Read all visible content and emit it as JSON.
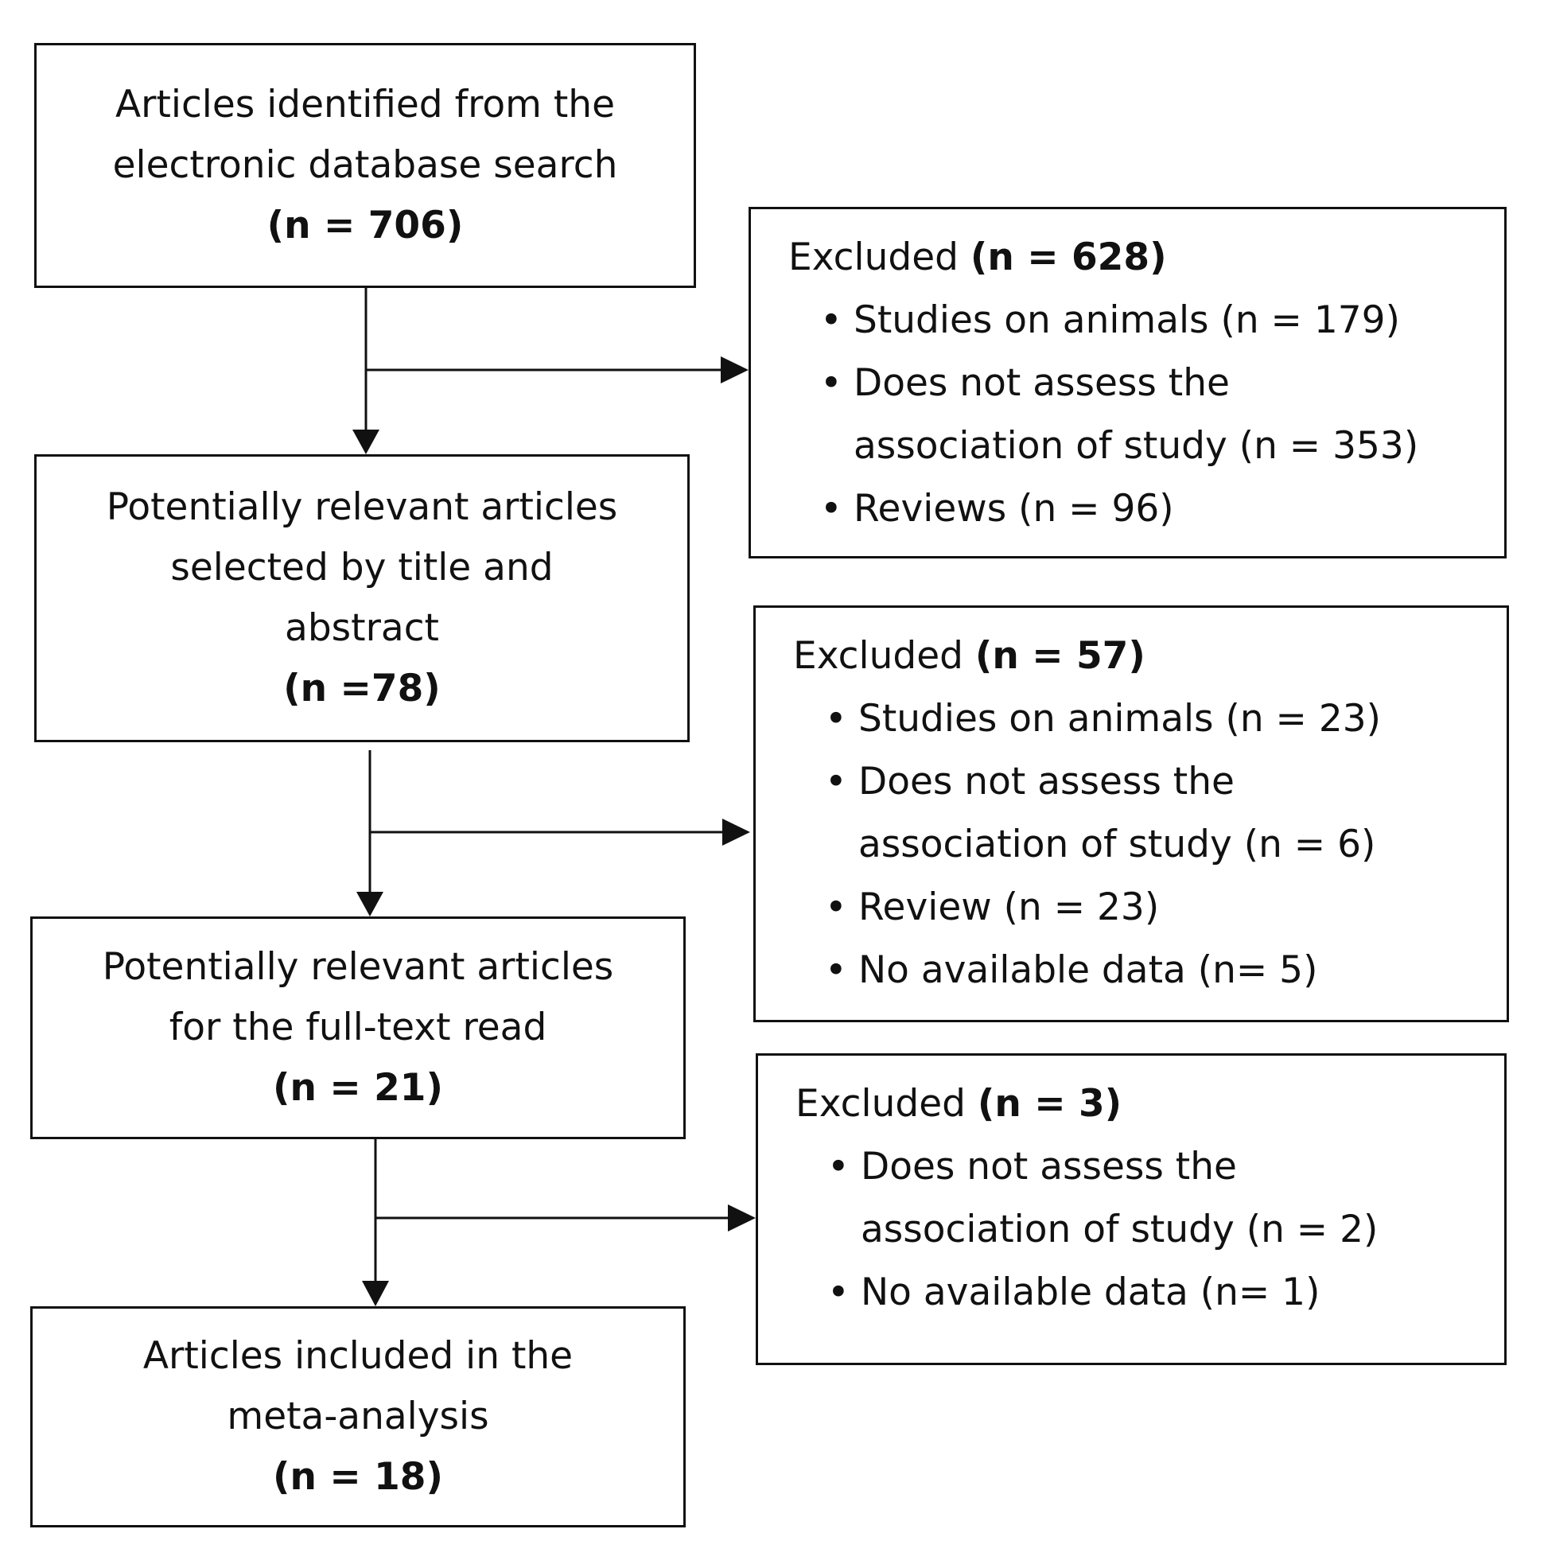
{
  "stages": [
    {
      "lines": [
        "Articles identified from the",
        "electronic database search"
      ],
      "count": "(n = 706)"
    },
    {
      "lines": [
        "Potentially relevant articles",
        "selected by title and",
        "abstract"
      ],
      "count": "(n =78)"
    },
    {
      "lines": [
        "Potentially relevant articles",
        "for the full-text read"
      ],
      "count": "(n = 21)"
    },
    {
      "lines": [
        "Articles included in the",
        "meta-analysis"
      ],
      "count": "(n = 18)"
    }
  ],
  "exclusions": [
    {
      "label": "Excluded",
      "count": "(n = 628)",
      "items": [
        {
          "text": "Studies on animals (n = 179)"
        },
        {
          "text": "Does not assess the",
          "text2": "association of study (n = 353)"
        },
        {
          "text": "Reviews (n = 96)"
        }
      ]
    },
    {
      "label": "Excluded",
      "count": "(n = 57)",
      "items": [
        {
          "text": "Studies on animals (n = 23)"
        },
        {
          "text": "Does not assess the",
          "text2": "association of study (n = 6)"
        },
        {
          "text": "Review (n = 23)"
        },
        {
          "text": "No available data (n= 5)"
        }
      ]
    },
    {
      "label": "Excluded",
      "count": "(n = 3)",
      "items": [
        {
          "text": "Does not assess the",
          "text2": "association of study (n = 2)"
        },
        {
          "text": "No available data (n= 1)"
        }
      ]
    }
  ],
  "bullet_glyph": "•"
}
